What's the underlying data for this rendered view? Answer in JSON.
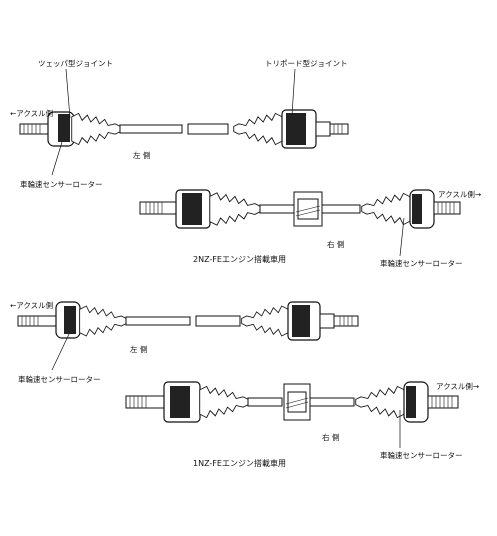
{
  "labels": {
    "tulip_joint": "ツェッパ型ジョイント",
    "tripod_joint": "トリポード型ジョイント",
    "axle_side_left": "←アクスル側",
    "axle_side_right": "アクスル側→",
    "wheel_speed_sensor_rotor": "車輪速センサーローター",
    "left_side": "左 側",
    "right_side": "右 側"
  },
  "captions": {
    "engine_2nz": "2NZ-FEエンジン搭載車用",
    "engine_1nz": "1NZ-FEエンジン搭載車用"
  }
}
